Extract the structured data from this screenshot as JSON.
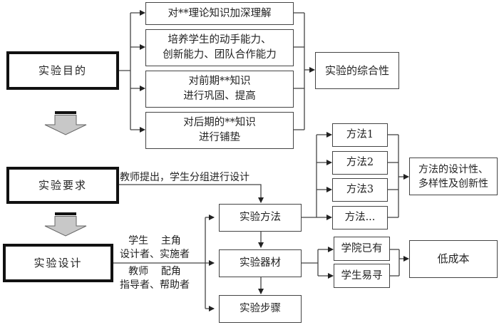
{
  "diagram": {
    "main_nodes": {
      "purpose": "实验目的",
      "requirement": "实验要求",
      "design": "实验设计"
    },
    "purpose_items": [
      "对**理论知识加深理解",
      "培养学生的动手能力、\n创新能力、团队合作能力",
      "对前期**知识\n进行巩固、提高",
      "对后期的**知识\n进行铺垫"
    ],
    "purpose_result": "实验的综合性",
    "requirement_edge_label": "教师提出，学生分组进行设计",
    "design_edge_labels": {
      "student": "学生    主角\n设计者、实施者",
      "teacher": "教师    配角\n指导者、帮助者"
    },
    "design_steps": [
      "实验方法",
      "实验器材",
      "实验步骤"
    ],
    "methods": [
      "方法1",
      "方法2",
      "方法3",
      "方法..."
    ],
    "methods_result": "方法的设计性、\n多样性及创新性",
    "equipment_sources": [
      "学院已有",
      "学生易寻"
    ],
    "equipment_result": "低成本",
    "colors": {
      "line": "#444444",
      "arrow_fill": "#c8c8c8",
      "thick_border": "#111111"
    }
  }
}
